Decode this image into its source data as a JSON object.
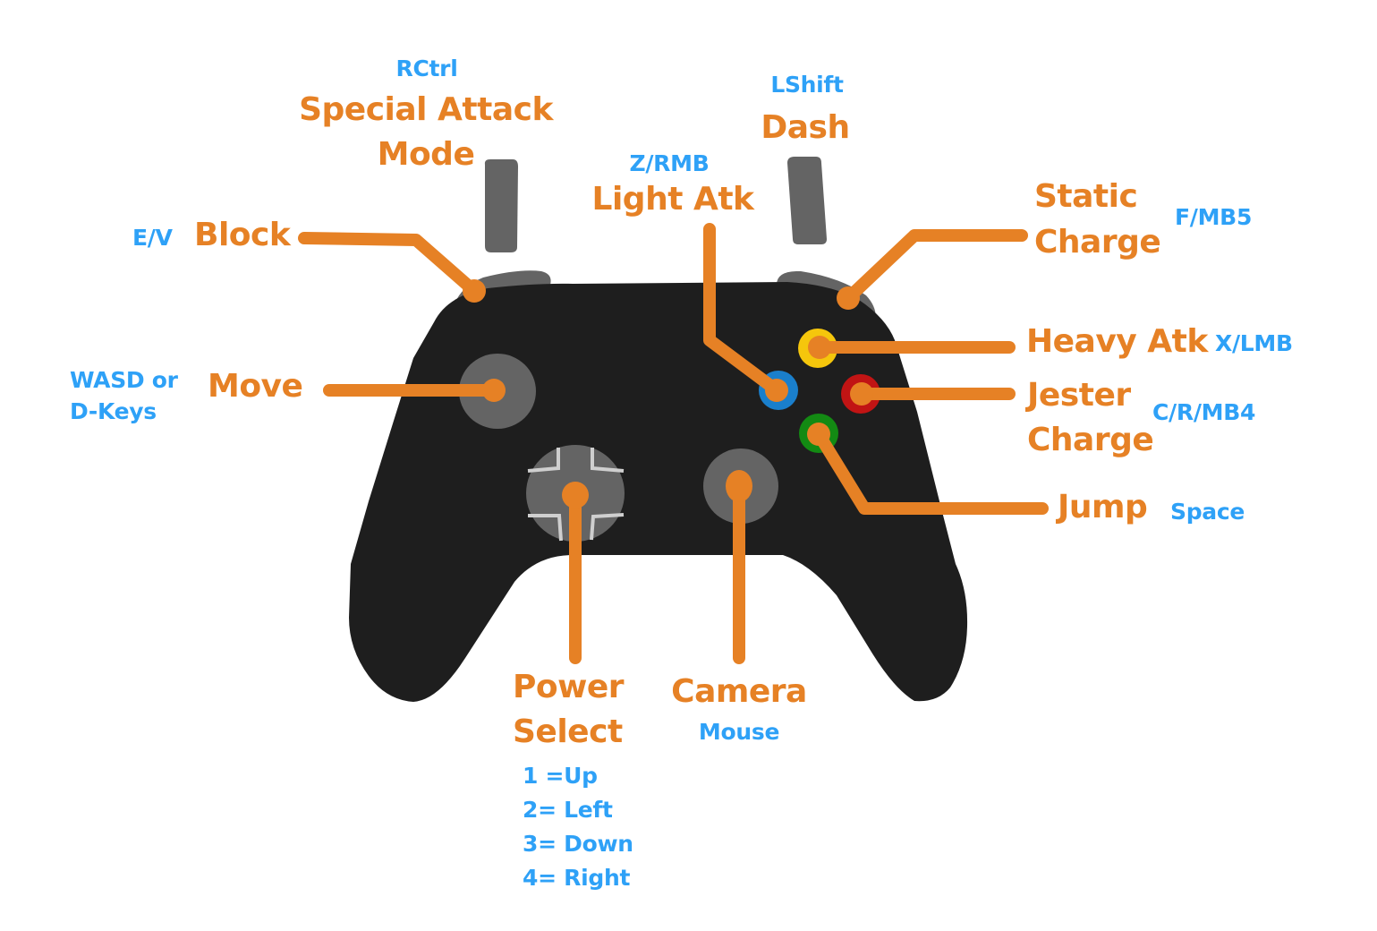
{
  "colors": {
    "action": "#e68125",
    "key": "#2ea1f7",
    "body": "#1e1e1e",
    "part": "#646464",
    "dpad_line": "#cfcfcf",
    "btn_x": "#1a7fcc",
    "btn_y": "#f5c60c",
    "btn_b": "#c11414",
    "btn_a": "#138a13"
  },
  "mappings": {
    "special_attack": {
      "action_lines": [
        "Special Attack",
        "Mode"
      ],
      "key": "RCtrl",
      "control": "left-trigger"
    },
    "dash": {
      "action": "Dash",
      "key": "LShift",
      "control": "right-trigger"
    },
    "light_atk": {
      "action": "Light Atk",
      "key": "Z/RMB",
      "control": "x-button"
    },
    "block": {
      "action": "Block",
      "key": "E/V",
      "control": "left-bumper"
    },
    "static_charge": {
      "action_lines": [
        "Static",
        "Charge"
      ],
      "key": "F/MB5",
      "control": "right-bumper"
    },
    "move": {
      "action": "Move",
      "key_lines": [
        "WASD or",
        "D-Keys"
      ],
      "control": "left-stick"
    },
    "heavy_atk": {
      "action": "Heavy Atk",
      "key": "X/LMB",
      "control": "y-button"
    },
    "jester_charge": {
      "action_lines": [
        "Jester",
        "Charge"
      ],
      "key": "C/R/MB4",
      "control": "b-button"
    },
    "jump": {
      "action": "Jump",
      "key": "Space",
      "control": "a-button"
    },
    "power_select": {
      "action_lines": [
        "Power",
        "Select"
      ],
      "key_lines": [
        "1 =Up",
        "2= Left",
        "3= Down",
        "4= Right"
      ],
      "control": "d-pad"
    },
    "camera": {
      "action": "Camera",
      "key": "Mouse",
      "control": "right-stick"
    }
  }
}
